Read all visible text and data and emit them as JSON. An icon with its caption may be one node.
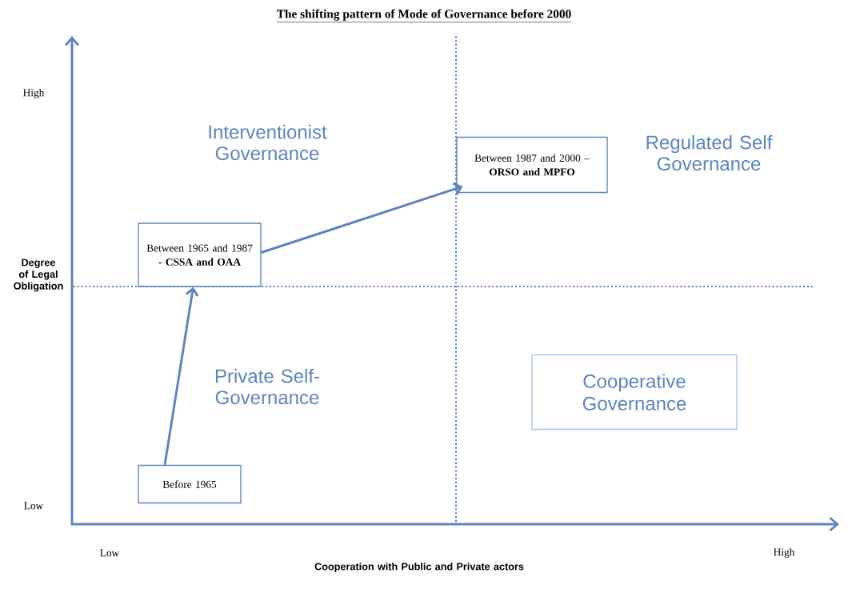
{
  "diagram": {
    "title": "The shifting pattern of Mode of Governance before 2000",
    "nodes": [
      {
        "text": [
          "Between 1987 and 2000 –",
          "ORSO and MPFO"
        ]
      },
      {
        "text": [
          "Between 1965 and 1987",
          "- CSSA and OAA"
        ]
      },
      {
        "text": [
          "Cooperative Governance"
        ]
      },
      {
        "text": [
          "Before 1965"
        ]
      }
    ],
    "edges": [
      {
        "from": 3,
        "to": 1,
        "arrow": "to"
      },
      {
        "from": 1,
        "to": 0,
        "arrow": "to"
      }
    ],
    "labels": [
      "High",
      "Interventionist Governance",
      "Regulated Self Governance",
      "Degree of Legal Obligation",
      "Private Self-Governance",
      "Low",
      "Low",
      "High",
      "Cooperation with Public and Private actors"
    ]
  }
}
